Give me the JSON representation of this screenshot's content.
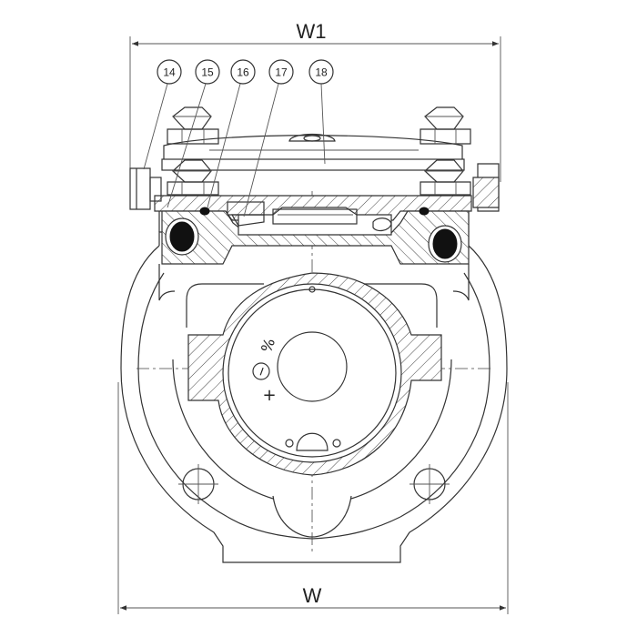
{
  "dimensions": {
    "top_width_label": "W1",
    "bottom_width_label": "W"
  },
  "callouts": [
    "14",
    "15",
    "16",
    "17",
    "18"
  ],
  "dial_symbols": {
    "percent": "%",
    "minus": "−",
    "plus": "+"
  },
  "colors": {
    "line": "#333333",
    "background": "#ffffff",
    "oring": "#111111"
  }
}
